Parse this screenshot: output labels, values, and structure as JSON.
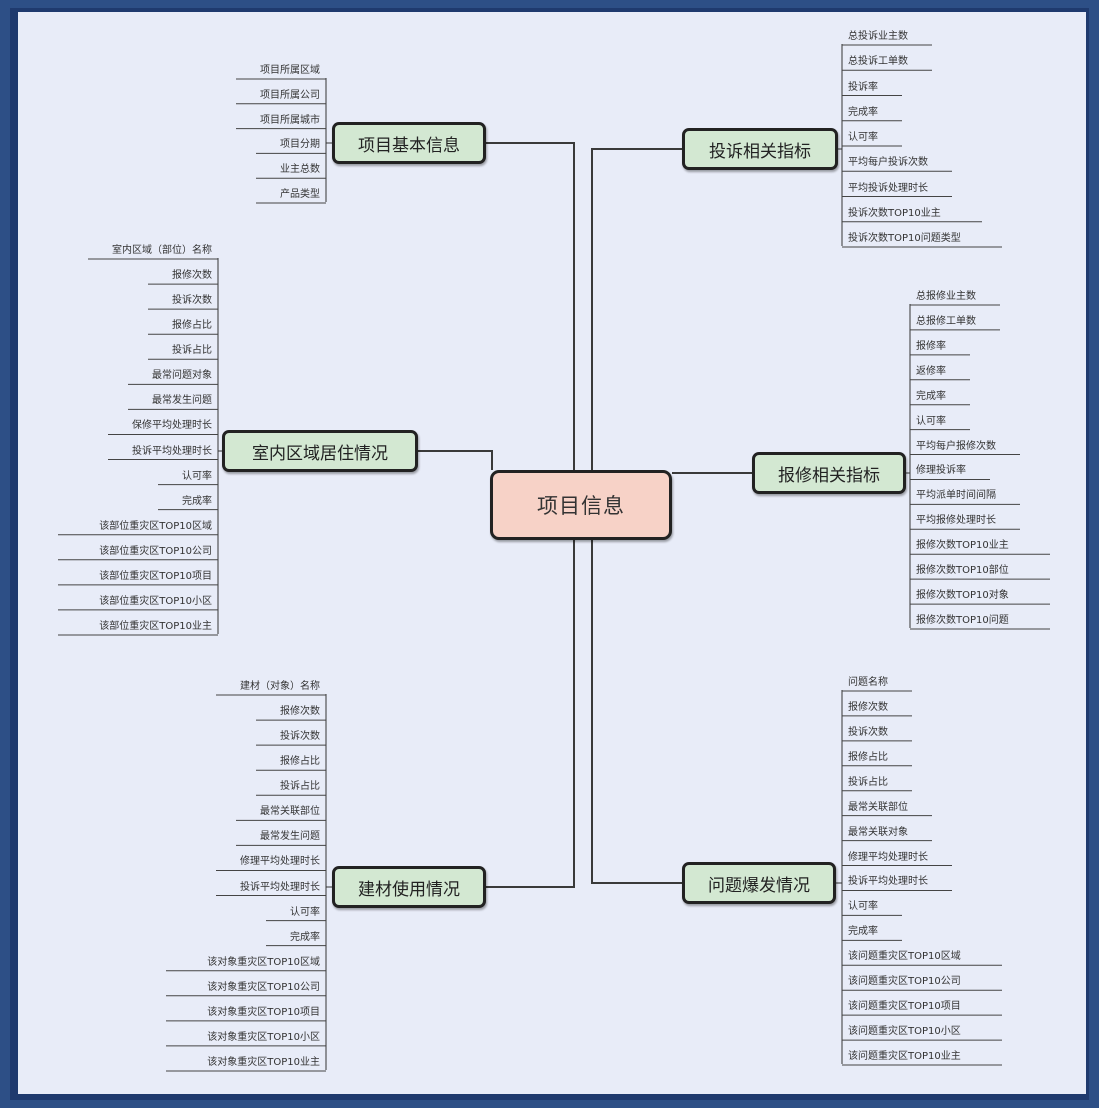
{
  "root": {
    "label": "项目信息"
  },
  "branches": [
    {
      "id": "basic",
      "label": "项目基本信息",
      "side": "left",
      "items": [
        "项目所属区域",
        "项目所属公司",
        "项目所属城市",
        "项目分期",
        "业主总数",
        "产品类型"
      ]
    },
    {
      "id": "indoor",
      "label": "室内区域居住情况",
      "side": "left",
      "items": [
        "室内区域（部位）名称",
        "报修次数",
        "投诉次数",
        "报修占比",
        "投诉占比",
        "最常问题对象",
        "最常发生问题",
        "保修平均处理时长",
        "投诉平均处理时长",
        "认可率",
        "完成率",
        "该部位重灾区TOP10区域",
        "该部位重灾区TOP10公司",
        "该部位重灾区TOP10项目",
        "该部位重灾区TOP10小区",
        "该部位重灾区TOP10业主"
      ]
    },
    {
      "id": "material",
      "label": "建材使用情况",
      "side": "left",
      "items": [
        "建材（对象）名称",
        "报修次数",
        "投诉次数",
        "报修占比",
        "投诉占比",
        "最常关联部位",
        "最常发生问题",
        "修理平均处理时长",
        "投诉平均处理时长",
        "认可率",
        "完成率",
        "该对象重灾区TOP10区域",
        "该对象重灾区TOP10公司",
        "该对象重灾区TOP10项目",
        "该对象重灾区TOP10小区",
        "该对象重灾区TOP10业主"
      ]
    },
    {
      "id": "complaint",
      "label": "投诉相关指标",
      "side": "right",
      "items": [
        "总投诉业主数",
        "总投诉工单数",
        "投诉率",
        "完成率",
        "认可率",
        "平均每户投诉次数",
        "平均投诉处理时长",
        "投诉次数TOP10业主",
        "投诉次数TOP10问题类型"
      ]
    },
    {
      "id": "repair",
      "label": "报修相关指标",
      "side": "right",
      "items": [
        "总报修业主数",
        "总报修工单数",
        "报修率",
        "返修率",
        "完成率",
        "认可率",
        "平均每户报修次数",
        "修理投诉率",
        "平均派单时间间隔",
        "平均报修处理时长",
        "报修次数TOP10业主",
        "报修次数TOP10部位",
        "报修次数TOP10对象",
        "报修次数TOP10问题"
      ]
    },
    {
      "id": "issue",
      "label": "问题爆发情况",
      "side": "right",
      "items": [
        "问题名称",
        "报修次数",
        "投诉次数",
        "报修占比",
        "投诉占比",
        "最常关联部位",
        "最常关联对象",
        "修理平均处理时长",
        "投诉平均处理时长",
        "认可率",
        "完成率",
        "该问题重灾区TOP10区域",
        "该问题重灾区TOP10公司",
        "该问题重灾区TOP10项目",
        "该问题重灾区TOP10小区",
        "该问题重灾区TOP10业主"
      ]
    }
  ]
}
